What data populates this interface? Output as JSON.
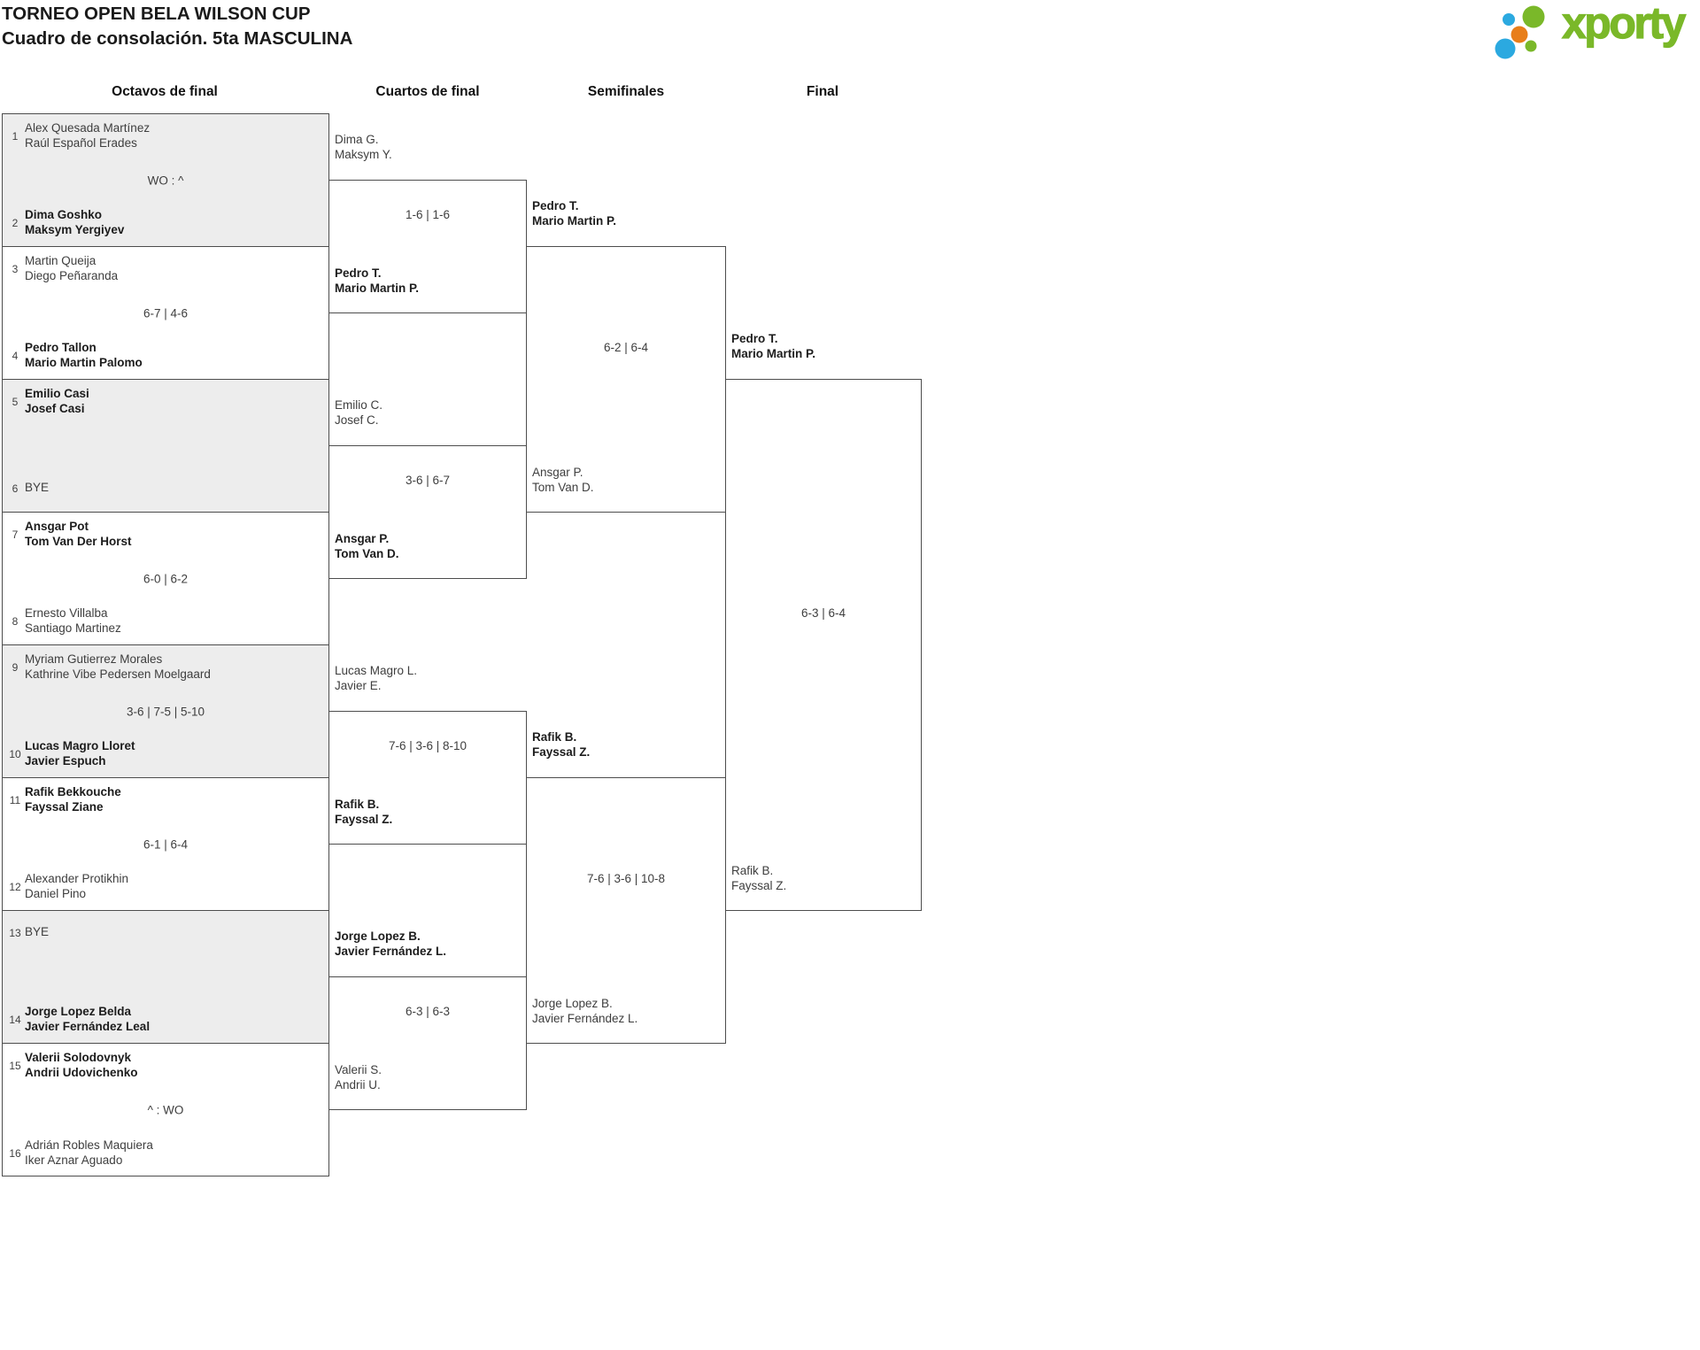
{
  "header": {
    "title_line1": "TORNEO OPEN BELA WILSON CUP",
    "title_line2": "Cuadro de consolación. 5ta MASCULINA"
  },
  "logo": {
    "brand": "xporty",
    "green": "#7ab829",
    "blue": "#2ba9e0",
    "orange": "#e87e1a"
  },
  "rounds": {
    "r16": "Octavos de final",
    "qf": "Cuartos de final",
    "sf": "Semifinales",
    "final": "Final"
  },
  "bracket": {
    "octavos": [
      {
        "seed_top": "1",
        "team_top": "Alex Quesada Martínez\nRaúl Español Erades",
        "top_bold": false,
        "score": "WO : ^",
        "seed_bottom": "2",
        "team_bottom": "Dima Goshko\nMaksym Yergiyev",
        "bottom_bold": true,
        "shaded": true
      },
      {
        "seed_top": "3",
        "team_top": "Martin Queija\nDiego Peñaranda",
        "top_bold": false,
        "score": "6-7 | 4-6",
        "seed_bottom": "4",
        "team_bottom": "Pedro Tallon\nMario Martin Palomo",
        "bottom_bold": true,
        "shaded": false
      },
      {
        "seed_top": "5",
        "team_top": "Emilio Casi\nJosef Casi",
        "top_bold": true,
        "score": "",
        "seed_bottom": "6",
        "team_bottom": "BYE",
        "bottom_bold": false,
        "shaded": true
      },
      {
        "seed_top": "7",
        "team_top": "Ansgar Pot\nTom Van Der Horst",
        "top_bold": true,
        "score": "6-0 | 6-2",
        "seed_bottom": "8",
        "team_bottom": "Ernesto Villalba\nSantiago Martinez",
        "bottom_bold": false,
        "shaded": false
      },
      {
        "seed_top": "9",
        "team_top": "Myriam Gutierrez Morales\nKathrine Vibe Pedersen Moelgaard",
        "top_bold": false,
        "score": "3-6 | 7-5 | 5-10",
        "seed_bottom": "10",
        "team_bottom": "Lucas Magro Lloret\nJavier Espuch",
        "bottom_bold": true,
        "shaded": true
      },
      {
        "seed_top": "11",
        "team_top": "Rafik Bekkouche\nFayssal Ziane",
        "top_bold": true,
        "score": "6-1 | 6-4",
        "seed_bottom": "12",
        "team_bottom": "Alexander Protikhin\nDaniel Pino",
        "bottom_bold": false,
        "shaded": false
      },
      {
        "seed_top": "13",
        "team_top": "BYE",
        "top_bold": false,
        "score": "",
        "seed_bottom": "14",
        "team_bottom": "Jorge Lopez Belda\nJavier Fernández Leal",
        "bottom_bold": true,
        "shaded": true
      },
      {
        "seed_top": "15",
        "team_top": "Valerii Solodovnyk\nAndrii Udovichenko",
        "top_bold": true,
        "score": "^ : WO",
        "seed_bottom": "16",
        "team_bottom": "Adrián Robles Maquiera\nIker Aznar Aguado",
        "bottom_bold": false,
        "shaded": false
      }
    ],
    "cuartos": [
      {
        "team_top": "Dima G.\nMaksym Y.",
        "top_bold": false,
        "score": "1-6 | 1-6",
        "team_bottom": "Pedro T.\nMario Martin P.",
        "bottom_bold": true
      },
      {
        "team_top": "Emilio C.\nJosef C.",
        "top_bold": false,
        "score": "3-6 | 6-7",
        "team_bottom": "Ansgar P.\nTom Van D.",
        "bottom_bold": true
      },
      {
        "team_top": "Lucas Magro L.\nJavier E.",
        "top_bold": false,
        "score": "7-6 | 3-6 | 8-10",
        "team_bottom": "Rafik B.\nFayssal Z.",
        "bottom_bold": true
      },
      {
        "team_top": "Jorge Lopez B.\nJavier Fernández L.",
        "top_bold": true,
        "score": "6-3 | 6-3",
        "team_bottom": "Valerii S.\nAndrii U.",
        "bottom_bold": false
      }
    ],
    "semis": [
      {
        "team_top": "Pedro T.\nMario Martin P.",
        "top_bold": true,
        "score": "6-2 | 6-4",
        "team_bottom": "Ansgar P.\nTom Van D.",
        "bottom_bold": false
      },
      {
        "team_top": "Rafik B.\nFayssal Z.",
        "top_bold": true,
        "score": "7-6 | 3-6 | 10-8",
        "team_bottom": "Jorge Lopez B.\nJavier Fernández L.",
        "bottom_bold": false
      }
    ],
    "final": {
      "team_top": "Pedro T.\nMario Martin P.",
      "top_bold": true,
      "score": "6-3 | 6-4",
      "team_bottom": "Rafik B.\nFayssal Z.",
      "bottom_bold": false
    }
  }
}
